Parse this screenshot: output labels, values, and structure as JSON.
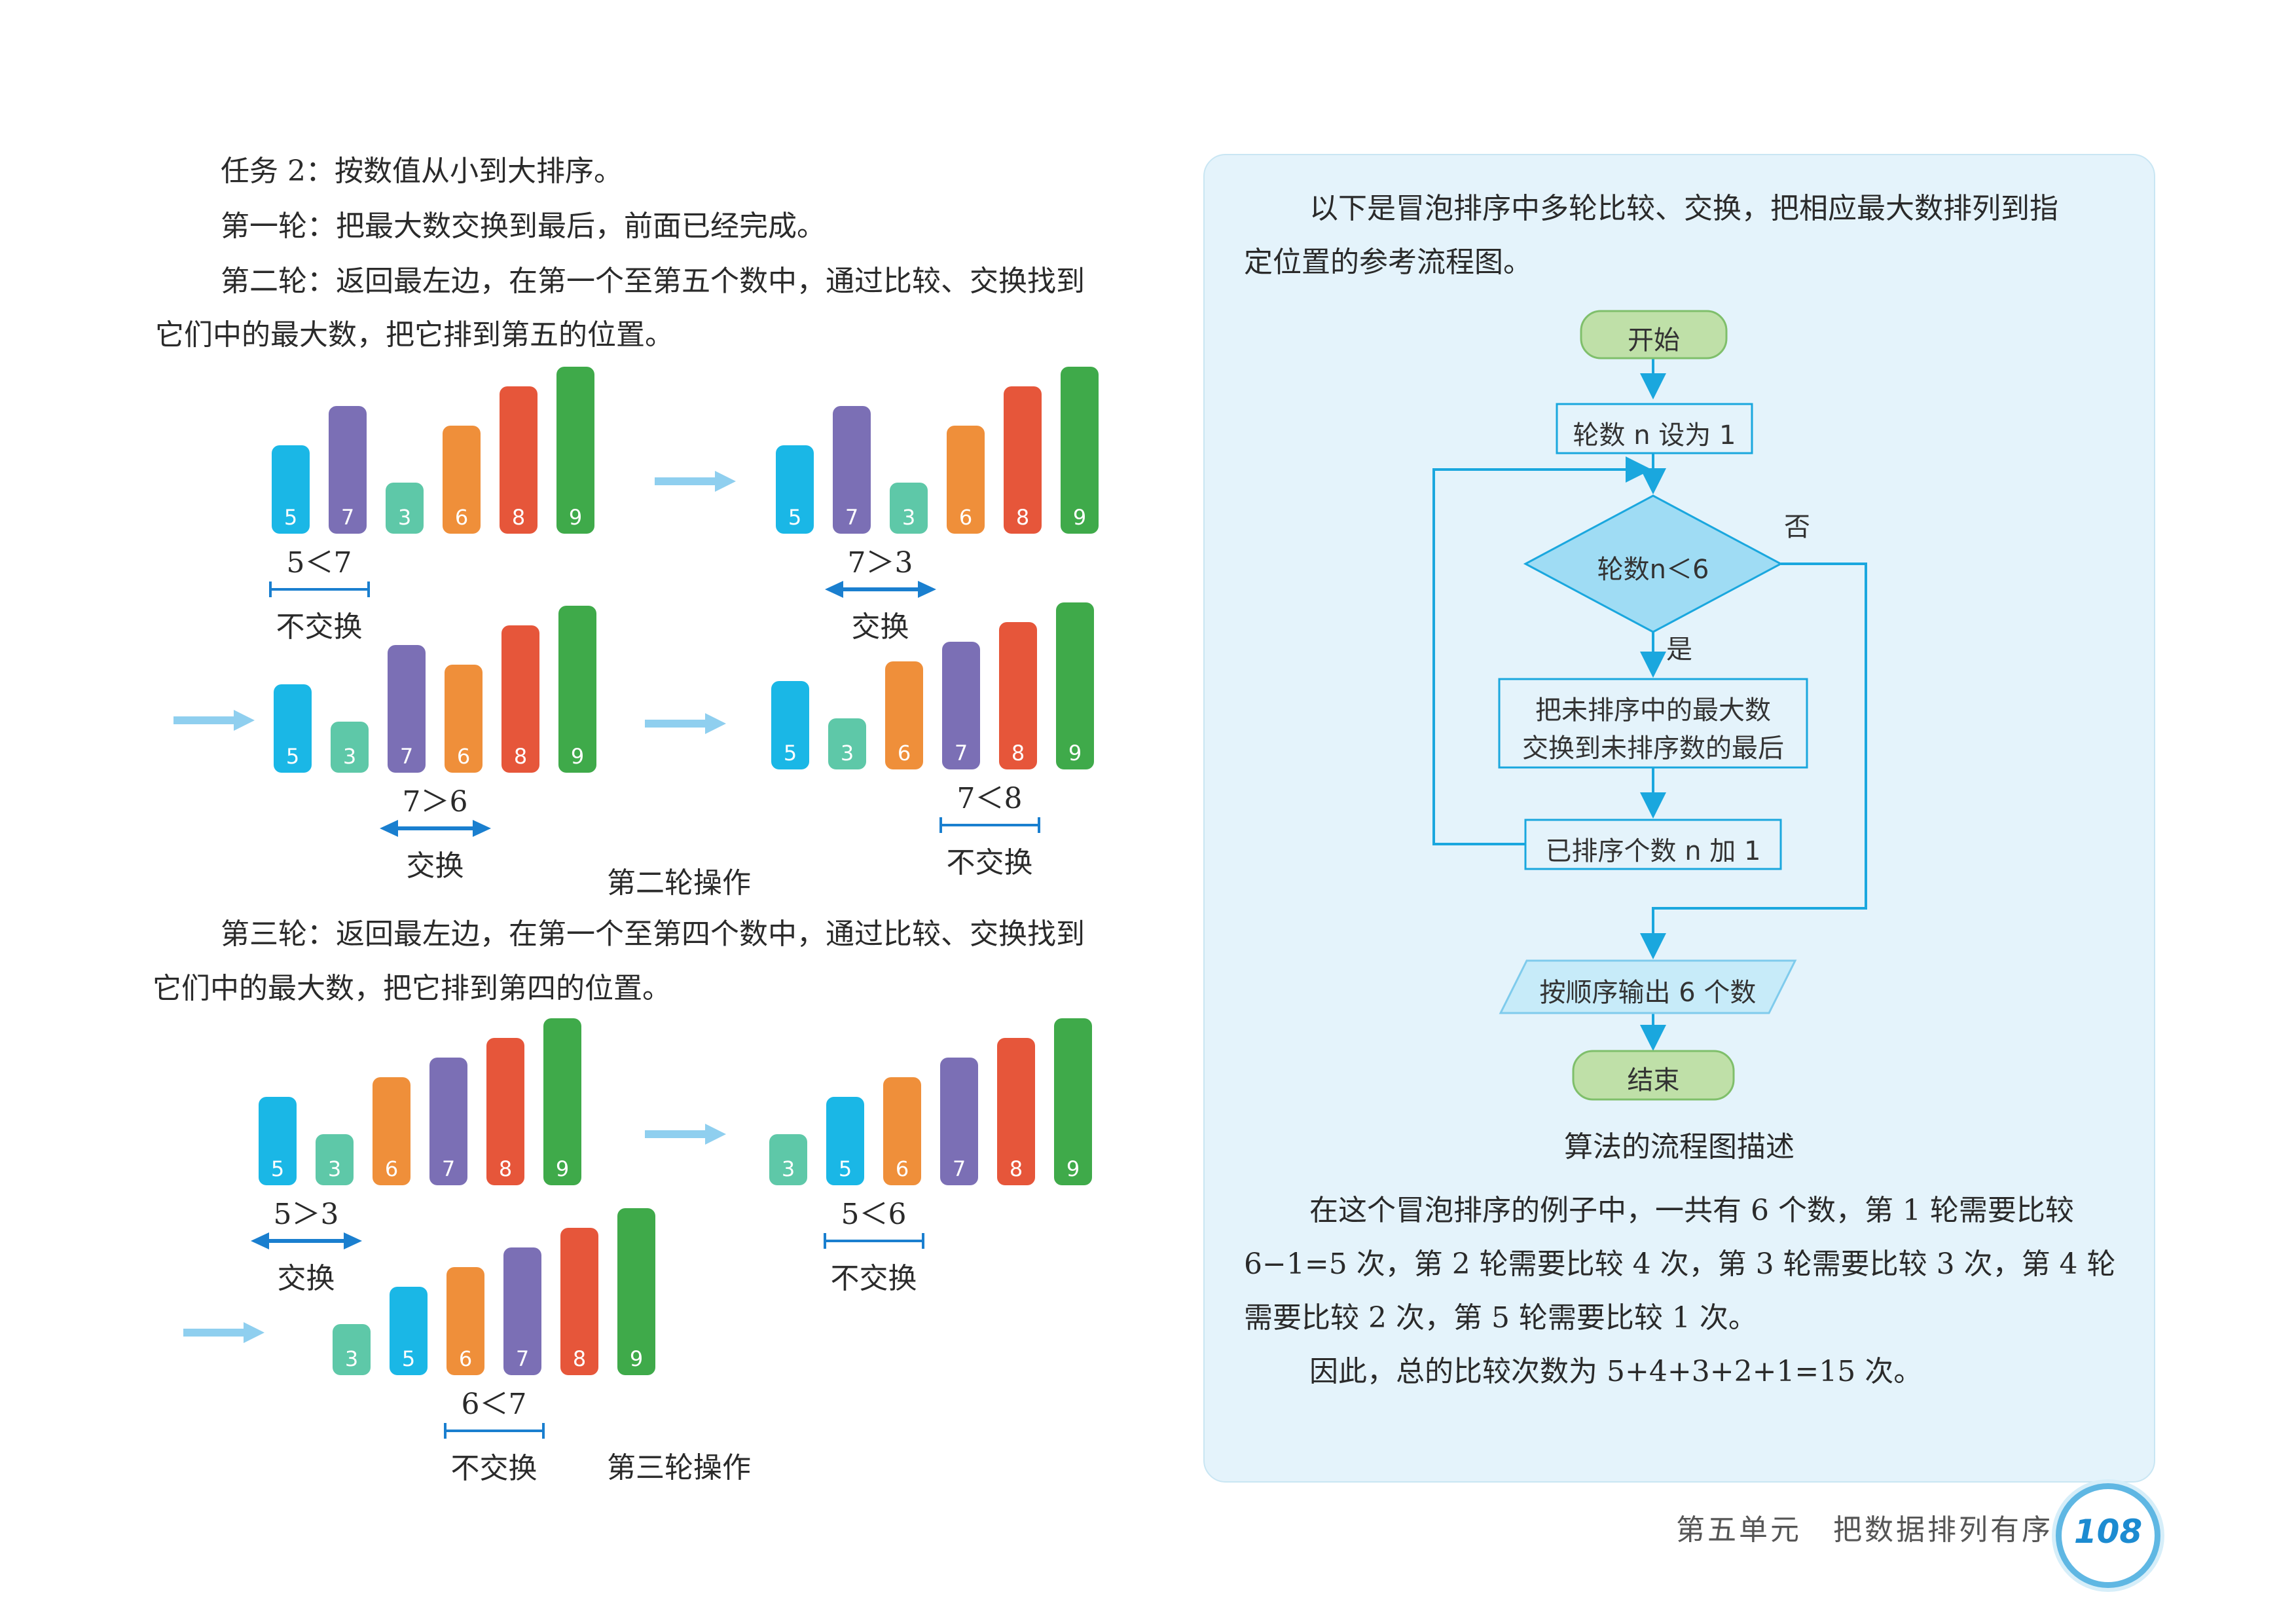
{
  "left": {
    "task_line": "任务 2：按数值从小到大排序。",
    "round1_line": "第一轮：把最大数交换到最后，前面已经完成。",
    "round2_line1": "第二轮：返回最左边，在第一个至第五个数中，通过比较、交换找到",
    "round2_line2": "它们中的最大数，把它排到第五的位置。",
    "round2_caption": "第二轮操作",
    "round3_line1": "第三轮：返回最左边，在第一个至第四个数中，通过比较、交换找到",
    "round3_line2": "它们中的最大数，把它排到第四的位置。",
    "round3_caption": "第三轮操作",
    "steps": [
      {
        "values": [
          "5",
          "7",
          "3",
          "6",
          "8",
          "9"
        ],
        "compare": "5＜7",
        "action": "不交换"
      },
      {
        "values": [
          "5",
          "7",
          "3",
          "6",
          "8",
          "9"
        ],
        "compare": "7＞3",
        "action": "交换"
      },
      {
        "values": [
          "5",
          "3",
          "7",
          "6",
          "8",
          "9"
        ],
        "compare": "7＞6",
        "action": "交换"
      },
      {
        "values": [
          "5",
          "3",
          "6",
          "7",
          "8",
          "9"
        ],
        "compare": "7＜8",
        "action": "不交换"
      },
      {
        "values": [
          "5",
          "3",
          "6",
          "7",
          "8",
          "9"
        ],
        "compare": "5＞3",
        "action": "交换"
      },
      {
        "values": [
          "3",
          "5",
          "6",
          "7",
          "8",
          "9"
        ],
        "compare": "5＜6",
        "action": "不交换"
      },
      {
        "values": [
          "3",
          "5",
          "6",
          "7",
          "8",
          "9"
        ],
        "compare": "6＜7",
        "action": "不交换"
      }
    ],
    "colors": {
      "3": "#5ec8a8",
      "5": "#1ab7e6",
      "6": "#ef8f3a",
      "7": "#7b6fb5",
      "8": "#e6563a",
      "9": "#3faa4a"
    }
  },
  "panel": {
    "intro_line1": "以下是冒泡排序中多轮比较、交换，把相应最大数排列到指",
    "intro_line2": "定位置的参考流程图。",
    "flow": {
      "start": "开始",
      "init": "轮数 n 设为 1",
      "condition": "轮数n＜6",
      "no": "否",
      "yes": "是",
      "process_line1": "把未排序中的最大数",
      "process_line2": "交换到未排序数的最后",
      "increment": "已排序个数 n 加 1",
      "output": "按顺序输出 6 个数",
      "end": "结束"
    },
    "flow_caption": "算法的流程图描述",
    "body_line1": "在这个冒泡排序的例子中，一共有 6 个数，第 1 轮需要比较",
    "body_line2": "6−1=5 次，第 2 轮需要比较 4 次，第 3 轮需要比较 3 次，第 4 轮",
    "body_line3": "需要比较 2 次，第 5 轮需要比较 1 次。",
    "body_line4": "因此，总的比较次数为 5+4+3+2+1=15 次。"
  },
  "footer": {
    "title": "第五单元　把数据排列有序",
    "page": "108"
  }
}
